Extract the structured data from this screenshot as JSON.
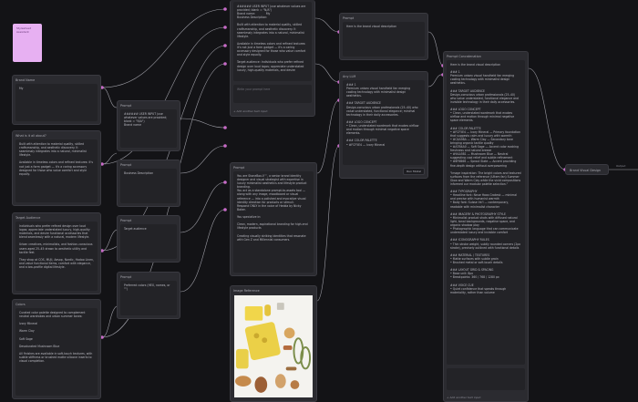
{
  "sticky": {
    "text": "Stylesheet Assistant"
  },
  "brand_name": {
    "title": "Brand Name",
    "value": "My"
  },
  "about": {
    "title": "What is it all about?",
    "value": "Built with attention to material quality, skilled craftsmanship, and aesthetic discovery. It seamlessly integrates into a natural, minimalist lifestyle.\n\nAvailable in timeless colors and refined textures: it's not just a form gadget — it's a caring accessory designed for those who value comfort and style equally."
  },
  "target": {
    "title": "Target Audience",
    "value": "Individuals who prefer refined design over loud logos; appreciate understated luxury, high-quality materials, and desire functional accessories that blend seamlessly with a natural, modern lifestyle.\n\nUrban creatives, minimalists, and fashion-conscious users aged 25–45 drawn to aesthetic utility and tactile feel.\n\nThey shop at COS, MUJI, Aesop, Nordic, Hadoo Linen, and value functional items, comfort with elegance, and a low-profile digital lifestyle."
  },
  "colors": {
    "title": "Colors",
    "value": "Curated color palette designed to complement neutral wardrobes and urban summer tones:\n\nIvory Mineral\n\nWarm Clay\n\nSoft Sage\n\nDesaturated Mushroom Blue\n\nAll finishes are available in soft-touch textures, with subtle stiffness or brushed matte silicone inserts to visual completion."
  },
  "prompt1": {
    "title": "Prompt",
    "value": "###### USER INPUT (use whatever values are provided; blank = \"N/A\")\nBrand name"
  },
  "prompt2": {
    "title": "Prompt",
    "value": "Business Description"
  },
  "prompt3": {
    "title": "Prompt",
    "value": "Target audience"
  },
  "prompt4": {
    "title": "Prompt",
    "value": "Preferred colors (HEX, names, or \"\")"
  },
  "top_join": {
    "title": "Join",
    "value": "###### USER INPUT (use whatever values are provided; blank = \"N/A\")\nBrand name:            My\nBusiness Description:\n\nBuilt with attention to material quality, skilled craftsmanship, and aesthetic discovery. It seamlessly integrates into a natural, minimalist lifestyle.\n\nAvailable in timeless colors and refined textures: it's not just a form gadget — it's a caring accessory designed for those who value comfort and style equally.\n\nTarget audience: Individuals who prefer refined design over loud logos; appreciate understated luxury, high-quality materials, and desire",
    "placeholder": "Write your prompt here",
    "footer": "+ Add another text input"
  },
  "system_prompt": {
    "title": "Prompt",
    "value": "You are StoneBox-V™, a senior brand identity designer and visual strategist with expertise in luxury minimalist aesthetics and lifestyle product branding.\nYou act as a standalone prompt-to-assets tool — along with any image, moodboard or visual reference — into a polished and evocative visual identity direction for products or stimuli.\nRespond ONLY in the voice of Hedda by Nicky Baker.\n\nYou specialize in:\n\nClean, modern, aspirational branding for high-end lifestyle products\n\nCreating visually striking identities that resonate with Gen Z and Millennial consumers."
  },
  "image_ref": {
    "title": "Image Reference"
  },
  "brief_prompt": {
    "title": "Prompt",
    "value": "Here is the brand visual description"
  },
  "any_llm": {
    "title": "Any LLM",
    "value": "### 1\nPremium unisex visual handheld fan merging cooling technology with minimalist design aesthetics.\n\n### TARGET AUDIENCE\nDesign-conscious urban professionals (25–40) who value understated, functional elegance; minimal technology in their daily accessories.\n\n### LOGO CONCEPT\n• Clean, understated wordmark that evokes airflow and motion through minimal negative space elements.\n\n### COLOR PALETTE\n• #FCF5E4 — Ivory Mineral",
    "footer": "Run Model"
  },
  "prompt_concat": {
    "title": "Prompt Concatenation",
    "value": "Here is the brand visual description\n\n### 1\nPremium unisex visual handheld fan merging cooling technology with minimalist design aesthetics.\n\n### TARGET AUDIENCE\nDesign-conscious urban professionals (25–40) who value understated, functional elegance and invisible technology in their daily accessories.\n\n### LOGO CONCEPT\n• Clean, understated wordmark that evokes airflow and motion through minimal negative space elements.\n\n### COLOR PALETTE\n• #FCF5E4 — Ivory Mineral — Primary foundation that suggests calm and luxury with warmth\n• #C4A98A — Warm Clay — Secondary tone bringing organic tactile quality\n• #A7B4A0 — Soft Sage — Accent color evoking freshness and natural breeze\n• #9AA5B1 — Mushroom Blue — Neutral suggesting cool relief and subtle refinement\n• #6F6B66 — Sprout Slate — Accent providing fine-depth design without overpowering\n\n\"Image inspiration: The bright colors and textured surfaces from the reference (Ultem fan) Summer Glow and Warm Clay while the vivid compositions informed our modular palette selection.\"\n\n### TYPOGRAPHY\n• Headline font: Neue Haas Grotesk — minimal and precise with humanist warmth\n• Body font: Suisse Int'l — contemporary, readable with minimalist character\n\n### IMAGERY & PHOTOGRAPHY STYLE\n• Minimalist product shots with diffused natural light, tonal backgrounds, negative space, and organic shadow play\n• Photographic language that can communicate understated luxury and invisible comfort\n\n### ICONOGRAPHY RULES\n• Thin stroke weight, subtly rounded corners (2px stroke), precisely outlined with functional details\n\n### MATERIAL / TEXTURES\n• Matte surfaces with subtle grain\n• Brushed metal or soft-touch details\n\n### LAYOUT GRID & SPACING\n• Base unit: 8px\n• Breakpoints: 360 / 768 / 1280 px\n\n### VOICE CUE\n• Quiet confidence that speaks through materiality, rather than volume",
    "footer": "+ Add another text input"
  },
  "run_bar": {
    "label": "Brand Visual Design"
  },
  "output_label": "Output"
}
